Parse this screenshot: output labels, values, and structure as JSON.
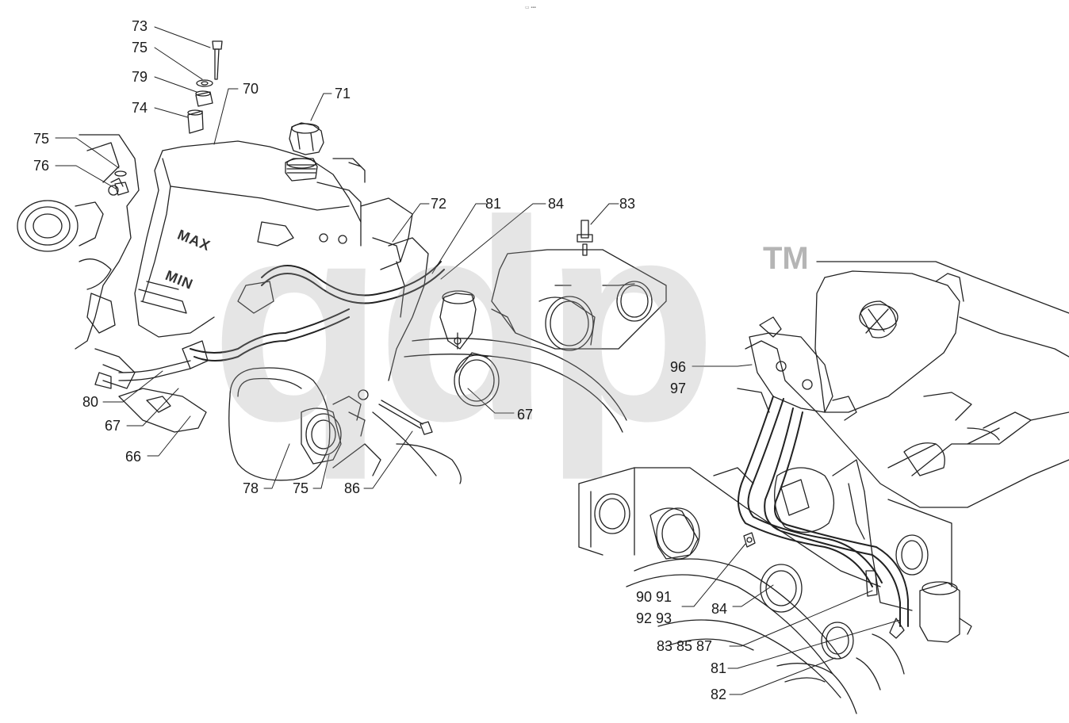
{
  "diagram": {
    "header_mark": "▭ ▪▪▪",
    "watermark": {
      "text": "qdp",
      "trademark": "TM"
    },
    "tank_markings": {
      "max": "MAX",
      "min": "MIN"
    },
    "labels": {
      "l73": "73",
      "l75a": "75",
      "l79": "79",
      "l74": "74",
      "l70": "70",
      "l71": "71",
      "l75b": "75",
      "l76": "76",
      "l72": "72",
      "l81a": "81",
      "l84a": "84",
      "l83a": "83",
      "l67a": "67",
      "l80": "80",
      "l67b": "67",
      "l66": "66",
      "l78": "78",
      "l75c": "75",
      "l86": "86",
      "l96": "96",
      "l97": "97",
      "l9091": "90 91",
      "l9293": "92 93",
      "l84b": "84",
      "l838587": "83 85 87",
      "l81b": "81",
      "l82": "82"
    }
  }
}
